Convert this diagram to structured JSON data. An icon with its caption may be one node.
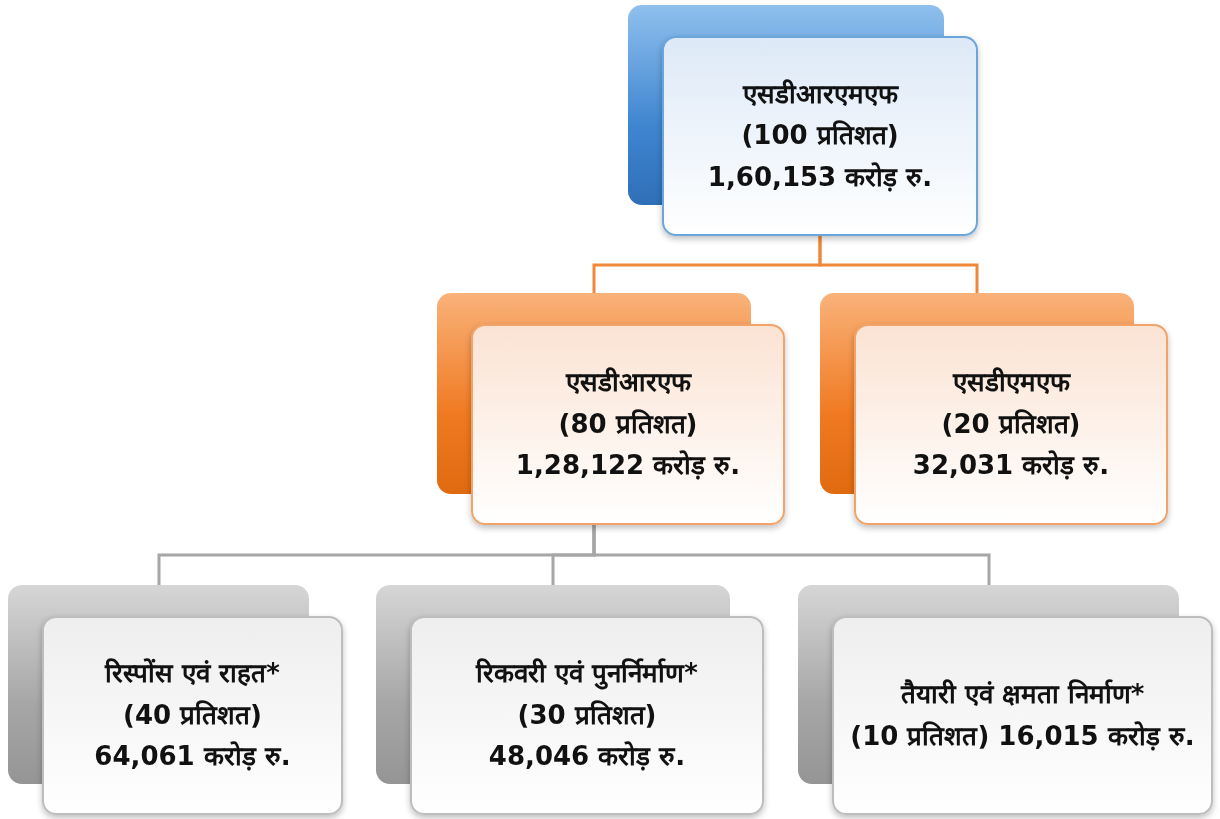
{
  "diagram": {
    "nodes": [
      {
        "text": [
          "एसडीआरएमएफ",
          "(100 प्रतिशत)",
          "1,60,153 करोड़ रु."
        ]
      },
      {
        "text": [
          "एसडीआरएफ",
          "(80 प्रतिशत)",
          "1,28,122 करोड़ रु."
        ]
      },
      {
        "text": [
          "एसडीएमएफ",
          "(20 प्रतिशत)",
          "32,031 करोड़ रु."
        ]
      },
      {
        "text": [
          "रिस्पोंस एवं राहत*",
          "(40 प्रतिशत)",
          "64,061 करोड़ रु."
        ]
      },
      {
        "text": [
          "रिकवरी एवं पुनर्निर्माण*",
          "(30 प्रतिशत)",
          "48,046 करोड़ रु."
        ]
      },
      {
        "text": [
          "तैयारी एवं क्षमता निर्माण*",
          "(10 प्रतिशत) 16,015 करोड़ रु."
        ]
      }
    ],
    "edges": [
      {
        "from": 0,
        "to": 1,
        "arrow": "none",
        "color": "#f0883c"
      },
      {
        "from": 0,
        "to": 2,
        "arrow": "none",
        "color": "#f0883c"
      },
      {
        "from": 1,
        "to": 3,
        "arrow": "none"
      },
      {
        "from": 1,
        "to": 4,
        "arrow": "none"
      },
      {
        "from": 1,
        "to": 5,
        "arrow": "none"
      }
    ]
  }
}
